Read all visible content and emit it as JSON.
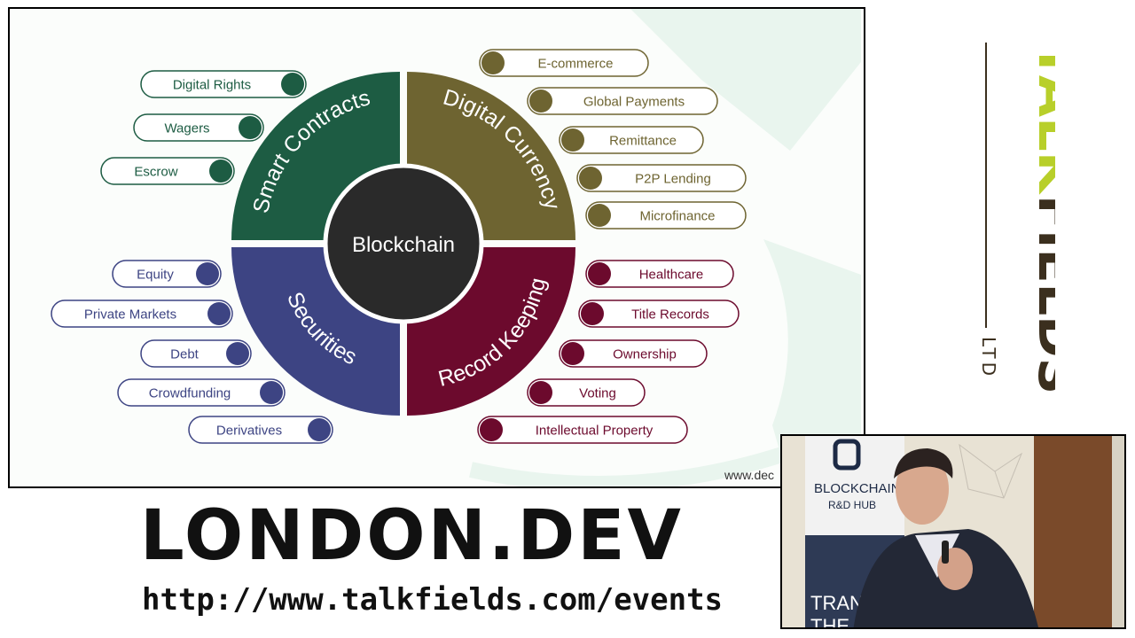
{
  "slide": {
    "center_label": "Blockchain",
    "footer_url": "www.dec",
    "colors": {
      "smart_contracts": "#1d5c43",
      "digital_currency": "#6e6431",
      "securities": "#3d4483",
      "record_keeping": "#6c0a2d",
      "center": "#2a2a2a"
    },
    "quadrants": [
      {
        "id": "smart_contracts",
        "label": "Smart Contracts",
        "items": [
          "Digital Rights",
          "Wagers",
          "Escrow"
        ]
      },
      {
        "id": "digital_currency",
        "label": "Digital Currency",
        "items": [
          "E-commerce",
          "Global Payments",
          "Remittance",
          "P2P Lending",
          "Microfinance"
        ]
      },
      {
        "id": "securities",
        "label": "Securities",
        "items": [
          "Equity",
          "Private Markets",
          "Debt",
          "Crowdfunding",
          "Derivatives"
        ]
      },
      {
        "id": "record_keeping",
        "label": "Record Keeping",
        "items": [
          "Healthcare",
          "Title Records",
          "Ownership",
          "Voting",
          "Intellectual Property"
        ]
      }
    ]
  },
  "event": {
    "title": "LONDON.DEV",
    "url": "http://www.talkfields.com/events"
  },
  "logo": {
    "talk": "TALK",
    "fields": "FIELDS",
    "ltd": "LTD",
    "colors": {
      "talk": "#b8cf2a",
      "fields": "#3b2f1e",
      "ltd": "#3b2f1e"
    }
  },
  "webcam": {
    "banner_line1": "BLOCKCHAIN",
    "banner_line2": "R&D HUB",
    "banner_partial1": "TRAN",
    "banner_partial2": "THE"
  }
}
